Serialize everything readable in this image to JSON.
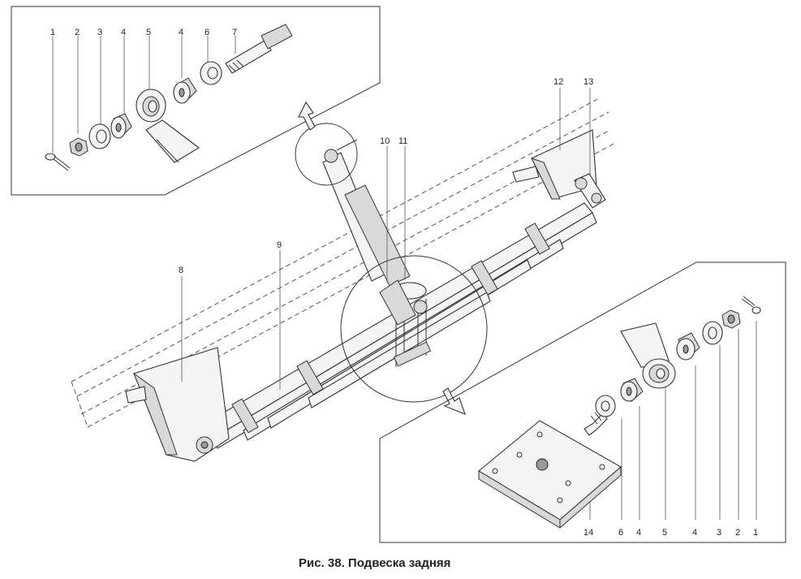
{
  "caption": "Рис. 38. Подвеска задняя",
  "callouts": {
    "top_inset": [
      "1",
      "2",
      "3",
      "4",
      "5",
      "4",
      "6",
      "7"
    ],
    "main": {
      "spring_bracket_front": "8",
      "spring": "9",
      "u_bolt_left": "10",
      "u_bolt_right": "11",
      "spring_bracket_rear": "12",
      "shackle": "13"
    },
    "bottom_inset": [
      "14",
      "6",
      "4",
      "5",
      "4",
      "3",
      "2",
      "1"
    ]
  }
}
